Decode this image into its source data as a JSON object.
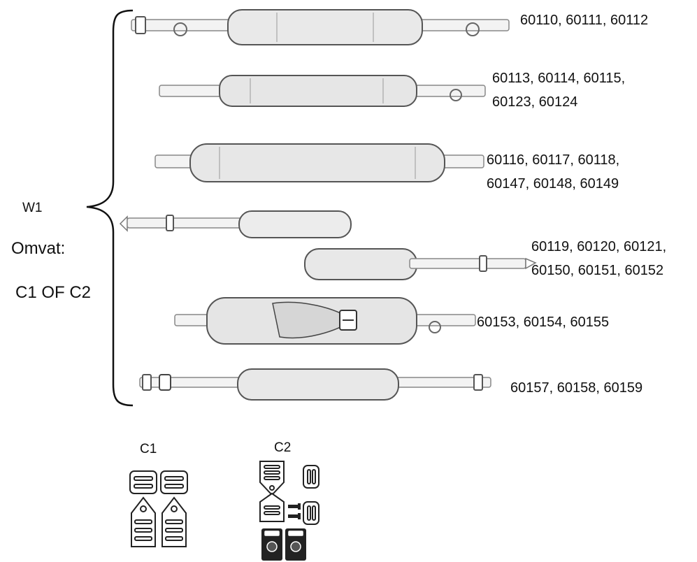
{
  "group_label": "W1",
  "omvat_label": "Omvat:",
  "options_label": "C1 OF C2",
  "straps": [
    {
      "lines": [
        "60110, 60111, 60112"
      ]
    },
    {
      "lines": [
        "60113, 60114, 60115,",
        "60123, 60124"
      ]
    },
    {
      "lines": [
        "60116, 60117, 60118,",
        "60147, 60148, 60149"
      ]
    },
    {
      "lines": [
        "60119, 60120, 60121,",
        "60150, 60151, 60152"
      ]
    },
    {
      "lines": [
        "60153, 60154, 60155"
      ]
    },
    {
      "lines": [
        "60157, 60158, 60159"
      ]
    }
  ],
  "kits": {
    "c1_label": "C1",
    "c2_label": "C2"
  }
}
